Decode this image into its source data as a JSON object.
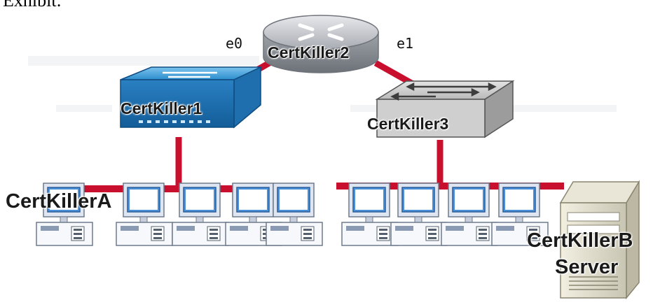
{
  "title": "Exhibit:",
  "devices": {
    "router": {
      "name": "CertKiller2",
      "icon": "router-icon"
    },
    "switch_left": {
      "name": "CertKiller1",
      "icon": "switch-icon"
    },
    "switch_right": {
      "name": "CertKiller3",
      "icon": "switch-icon"
    },
    "host_a": {
      "name": "CertKillerA",
      "icon": "workstation-icon"
    },
    "server_b": {
      "name": "CertKillerB",
      "subtitle": "Server",
      "icon": "server-icon"
    }
  },
  "ports": {
    "left": "e0",
    "right": "e1"
  },
  "colors": {
    "link": "#c8102e",
    "switch_left": "#2a7fc0",
    "router": "#b9bcc2"
  }
}
